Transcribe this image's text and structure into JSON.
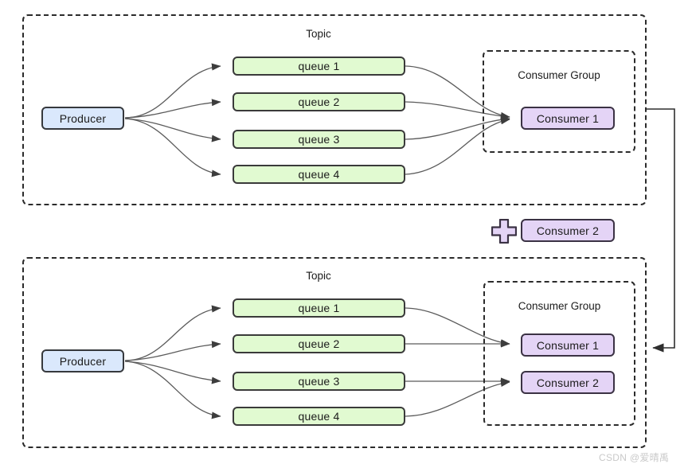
{
  "diagram": {
    "title_hidden": "",
    "colors": {
      "producer_fill": "#dae8fc",
      "queue_fill": "#e1fad1",
      "consumer_fill": "#e4d4f6",
      "stroke": "#333333",
      "dashed_stroke": "#2b2b2b",
      "arrow": "#4d4d4d",
      "watermark": "#c9c9c9"
    },
    "sections": [
      {
        "id": "top",
        "topic_label": "Topic",
        "producer_label": "Producer",
        "queues": [
          "queue 1",
          "queue 2",
          "queue 3",
          "queue 4"
        ],
        "consumer_group_label": "Consumer Group",
        "consumers": [
          "Consumer 1"
        ]
      },
      {
        "id": "bottom",
        "topic_label": "Topic",
        "producer_label": "Producer",
        "queues": [
          "queue 1",
          "queue 2",
          "queue 3",
          "queue 4"
        ],
        "consumer_group_label": "Consumer Group",
        "consumers": [
          "Consumer 1",
          "Consumer 2"
        ]
      }
    ],
    "transition": {
      "plus_icon": "plus-icon",
      "added_consumer_label": "Consumer 2"
    },
    "watermark": "CSDN @爱晴禹"
  }
}
